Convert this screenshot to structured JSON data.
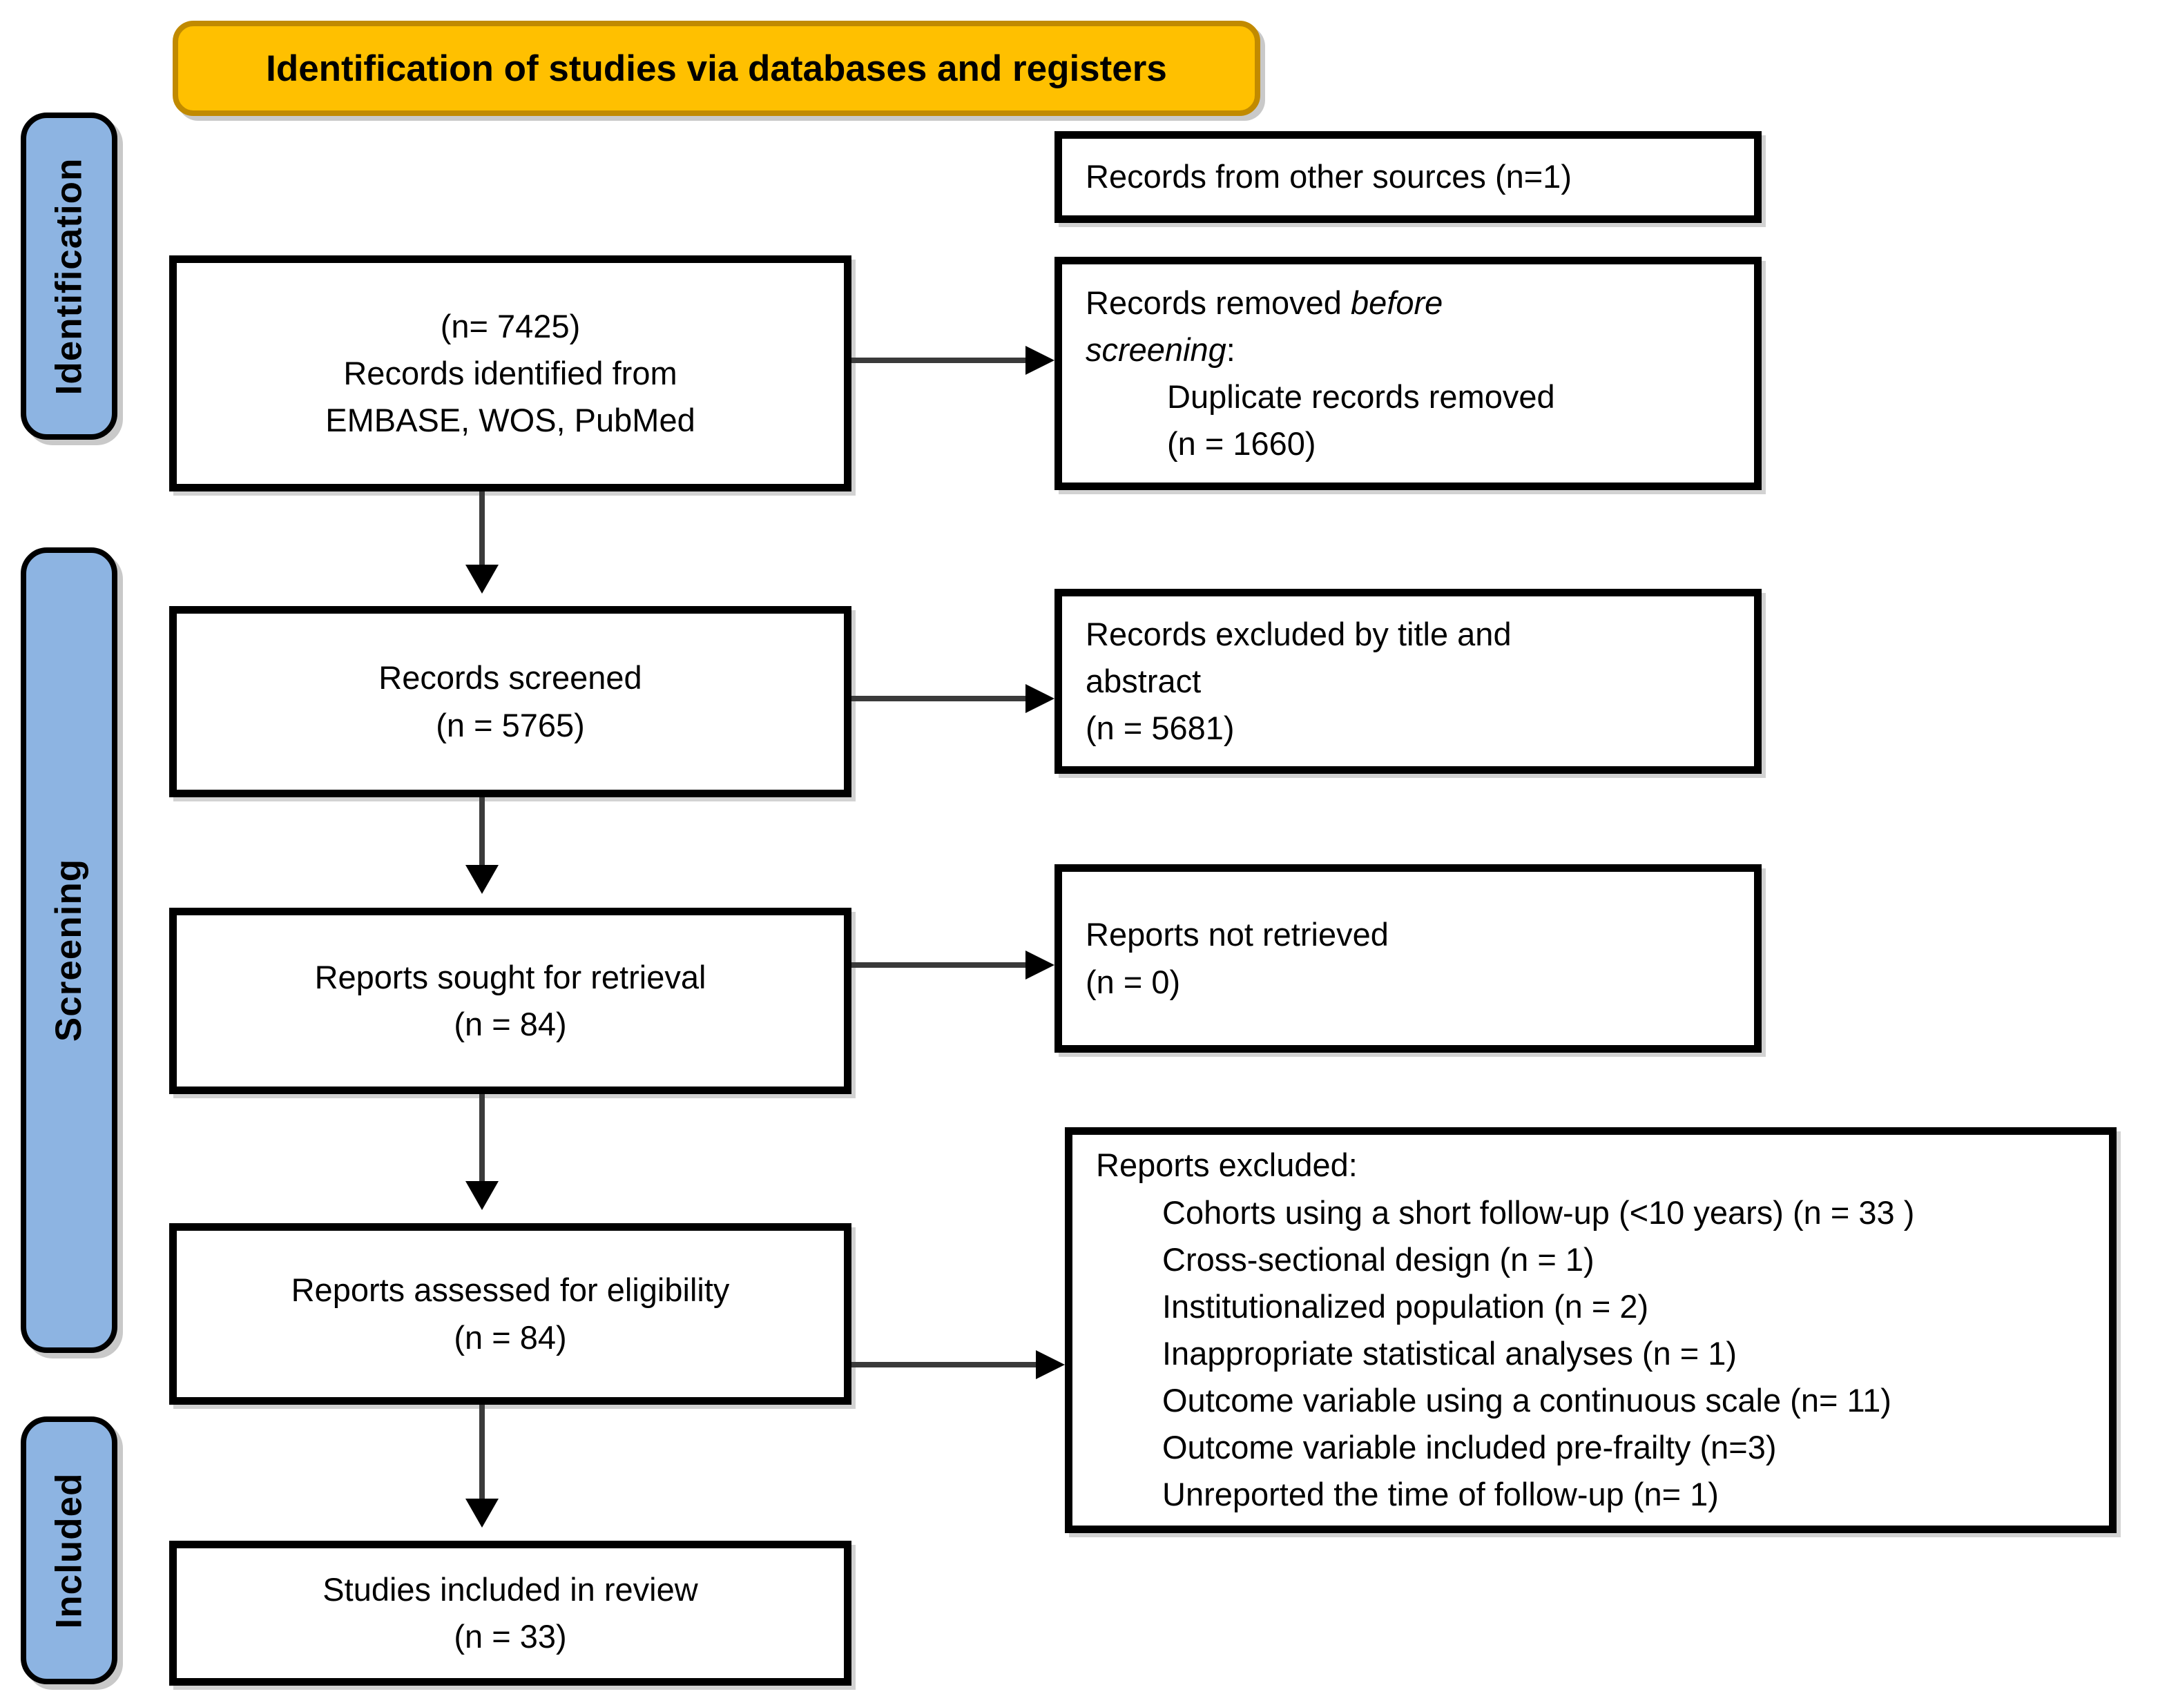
{
  "banner": {
    "title": "Identification of studies via databases and registers"
  },
  "stages": [
    {
      "label": "Identification"
    },
    {
      "label": "Screening"
    },
    {
      "label": "Included"
    }
  ],
  "boxes": {
    "other_sources": {
      "lines": [
        "Records from other sources (n=1)"
      ]
    },
    "identified": {
      "lines": [
        "(n= 7425)",
        "Records identified from",
        "EMBASE, WOS, PubMed"
      ]
    },
    "removed": {
      "line1_normal": "Records removed ",
      "line1_italic": "before",
      "line2_italic": "screening",
      "line2_normal": ":",
      "indented_lines": [
        "Duplicate records removed",
        "(n = 1660)"
      ]
    },
    "screened": {
      "lines": [
        "Records screened",
        "(n = 5765)"
      ]
    },
    "excluded_title_abstract": {
      "lines": [
        "Records excluded by title and",
        "abstract",
        "(n = 5681)"
      ]
    },
    "sought": {
      "lines": [
        "Reports sought for retrieval",
        "(n = 84)"
      ]
    },
    "not_retrieved": {
      "lines": [
        "Reports not retrieved",
        "(n = 0)"
      ]
    },
    "assessed": {
      "lines": [
        "Reports assessed for eligibility",
        "(n = 84)"
      ]
    },
    "reports_excluded": {
      "heading": "Reports excluded:",
      "items": [
        "Cohorts using a short follow-up (<10 years) (n = 33 )",
        "Cross-sectional design (n = 1)",
        "Institutionalized population (n = 2)",
        "Inappropriate statistical analyses (n = 1)",
        "Outcome variable using a continuous scale (n= 11)",
        "Outcome variable included pre-frailty (n=3)",
        "Unreported the time of follow-up (n= 1)"
      ]
    },
    "included_review": {
      "lines": [
        "Studies included in review",
        "(n = 33)"
      ]
    }
  },
  "colors": {
    "banner_bg": "#FFC000",
    "banner_border": "#C18A00",
    "stage_bg": "#8DB4E2",
    "box_border": "#000000",
    "arrow": "#3A3A3A"
  }
}
